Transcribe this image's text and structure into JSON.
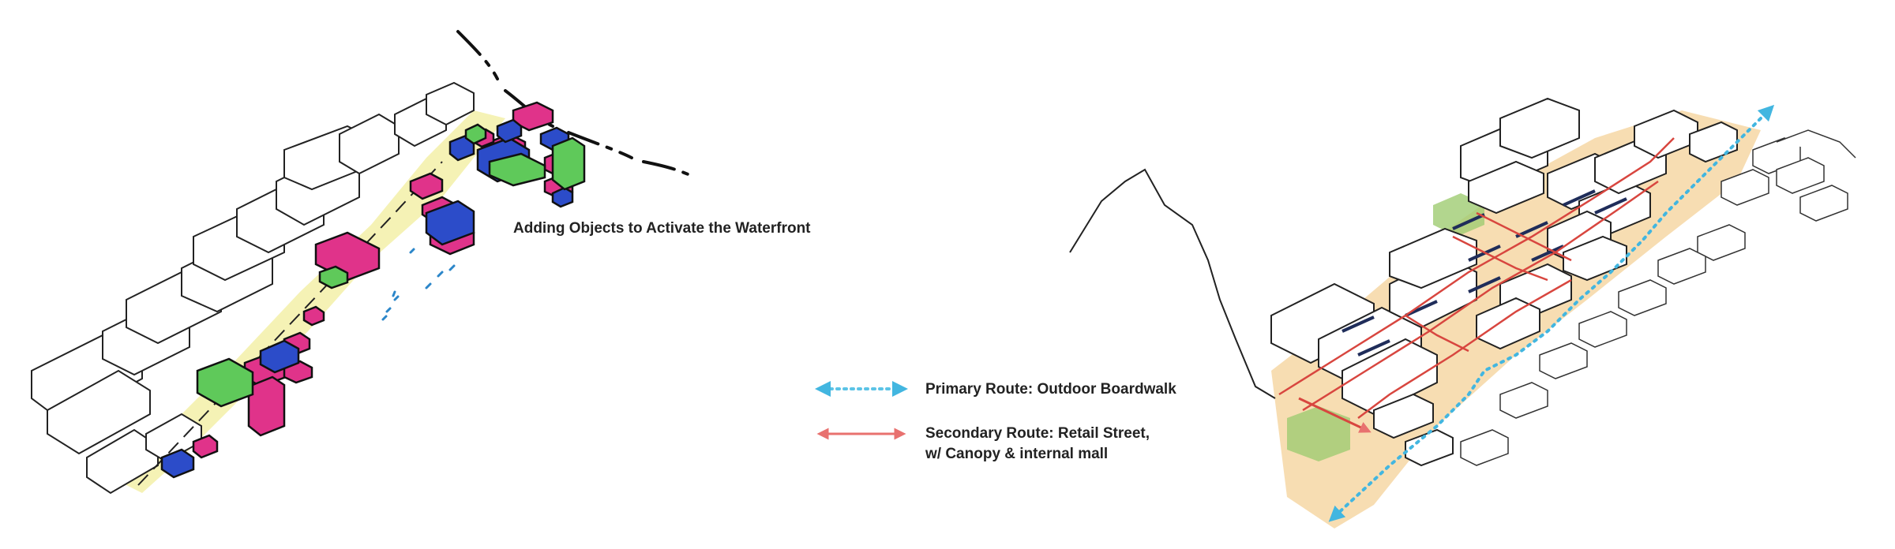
{
  "caption_left": "Adding Objects to Activate the Waterfront",
  "legend": {
    "primary": {
      "label": "Primary Route: Outdoor Boardwalk",
      "color": "#5bc3e6"
    },
    "secondary": {
      "label_line1": "Secondary Route: Retail Street,",
      "label_line2": "w/ Canopy & internal mall",
      "color": "#e8716f"
    }
  },
  "colors": {
    "sketch_line": "#222222",
    "yellow_wash": "#f3f0a8",
    "magenta": "#e0338a",
    "blue": "#2c4cc9",
    "green": "#5fc95a",
    "orange_wash": "#f1c77f",
    "green_wash": "#9fcc72",
    "cyan": "#42b6e0",
    "red": "#d8463f"
  }
}
